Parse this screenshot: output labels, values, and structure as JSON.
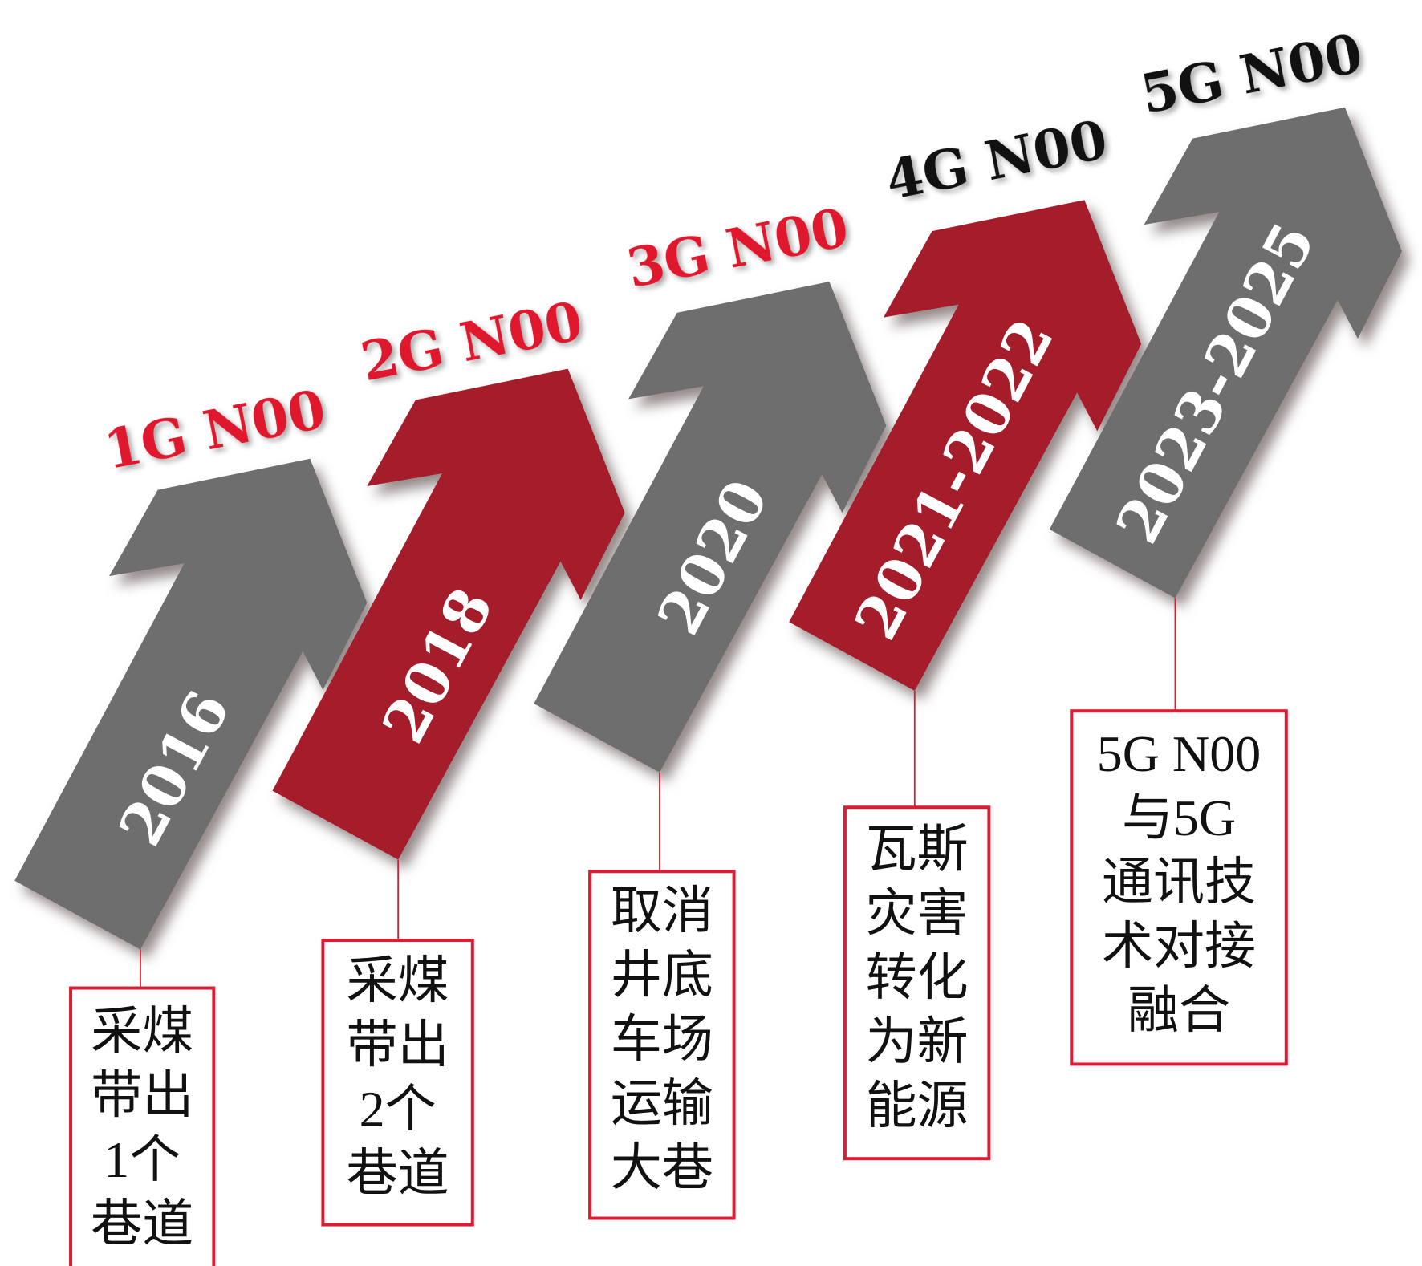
{
  "colors": {
    "gray_arrow": "#6e6e6e",
    "red_arrow": "#a51c2a",
    "red_label": "#e0182d",
    "black_label": "#111111",
    "box_border": "#d81e34"
  },
  "stages": [
    {
      "generation": "1G N00",
      "years": "2016",
      "arrow_color": "gray",
      "label_color": "red",
      "description": [
        "采煤",
        "带出",
        "1个",
        "巷道"
      ]
    },
    {
      "generation": "2G N00",
      "years": "2018",
      "arrow_color": "red",
      "label_color": "red",
      "description": [
        "采煤",
        "带出",
        "2个",
        "巷道"
      ]
    },
    {
      "generation": "3G N00",
      "years": "2020",
      "arrow_color": "gray",
      "label_color": "red",
      "description": [
        "取消",
        "井底",
        "车场",
        "运输",
        "大巷"
      ]
    },
    {
      "generation": "4G N00",
      "years": "2021-2022",
      "arrow_color": "red",
      "label_color": "black",
      "description": [
        "瓦斯",
        "灾害",
        "转化",
        "为新",
        "能源"
      ]
    },
    {
      "generation": "5G N00",
      "years": "2023-2025",
      "arrow_color": "gray",
      "label_color": "black",
      "description": [
        "5G N00",
        "与5G",
        "通讯技",
        "术对接",
        "融合"
      ]
    }
  ]
}
